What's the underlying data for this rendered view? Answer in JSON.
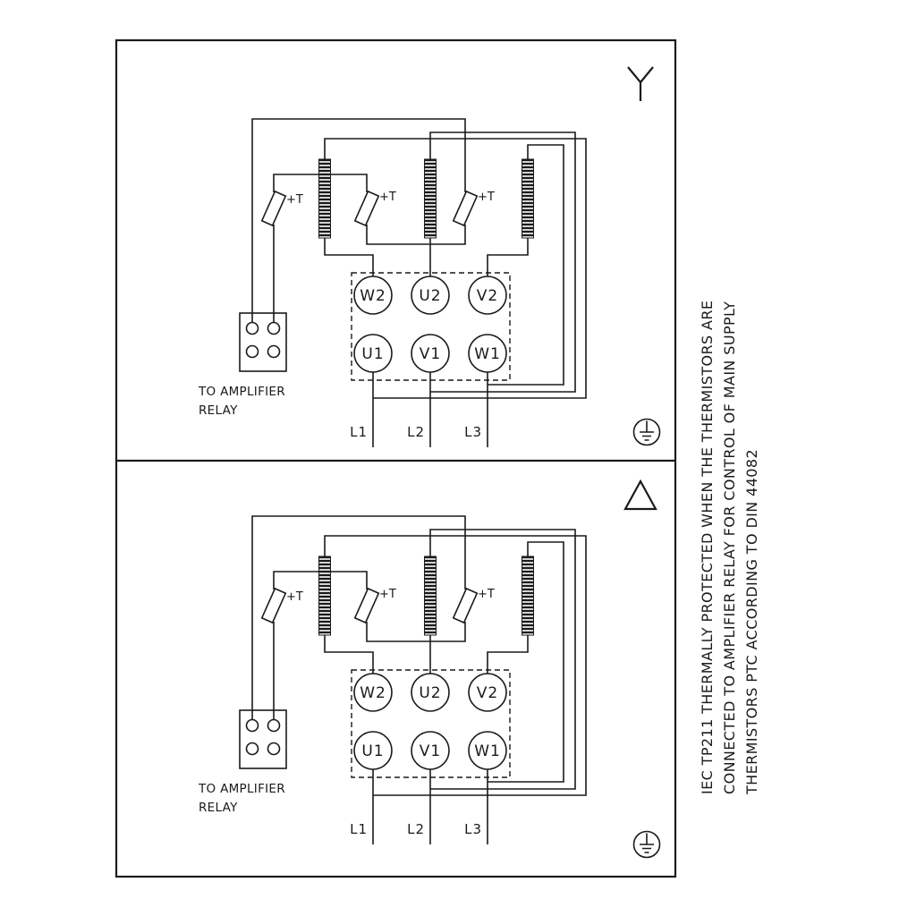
{
  "colors": {
    "ink": "#1a1a1a",
    "background": "#ffffff"
  },
  "side_note": {
    "lines": [
      "IEC TP211 THERMALLY PROTECTED WHEN THE THERMISTORS ARE",
      "CONNECTED TO AMPLIFIER RELAY FOR CONTROL OF MAIN SUPPLY",
      "THERMISTORS PTC ACCORDING TO DIN 44082"
    ]
  },
  "panels": [
    {
      "id": "star",
      "connection_symbol": "star",
      "thermistor_labels": [
        "+T",
        "+T",
        "+T"
      ],
      "terminals_top": [
        "W2",
        "U2",
        "V2"
      ],
      "terminals_bottom": [
        "U1",
        "V1",
        "W1"
      ],
      "supply_lines": [
        "L1",
        "L2",
        "L3"
      ],
      "relay_note_line1": "TO AMPLIFIER",
      "relay_note_line2": "RELAY"
    },
    {
      "id": "delta",
      "connection_symbol": "delta",
      "thermistor_labels": [
        "+T",
        "+T",
        "+T"
      ],
      "terminals_top": [
        "W2",
        "U2",
        "V2"
      ],
      "terminals_bottom": [
        "U1",
        "V1",
        "W1"
      ],
      "supply_lines": [
        "L1",
        "L2",
        "L3"
      ],
      "relay_note_line1": "TO AMPLIFIER",
      "relay_note_line2": "RELAY"
    }
  ]
}
